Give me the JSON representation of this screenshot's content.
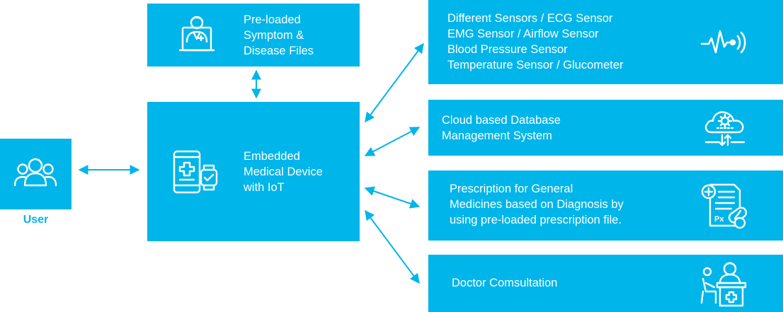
{
  "user": {
    "label": "User",
    "icon": "users-icon"
  },
  "symptom_files": {
    "lines": [
      "Pre-loaded",
      "Symptom &",
      "Disease Files"
    ],
    "icon": "doctor-screen-icon"
  },
  "device": {
    "lines": [
      "Embedded",
      "Medical Device",
      "with IoT"
    ],
    "icon": "phone-smartwatch-icon"
  },
  "sensors": {
    "lines": [
      "Different Sensors / ECG Sensor",
      "EMG Sensor / Airflow Sensor",
      "Blood Pressure Sensor",
      "Temperature Sensor / Glucometer"
    ],
    "icon": "pulse-signal-icon"
  },
  "cloud": {
    "lines": [
      "Cloud based Database",
      "Management System"
    ],
    "icon": "cloud-gear-icon"
  },
  "prescription": {
    "lines": [
      "Prescription for General",
      "Medicines based on Diagnosis by",
      "using pre-loaded prescription file."
    ],
    "icon": "prescription-icon"
  },
  "doctor": {
    "lines": [
      "Doctor Comsultation"
    ],
    "icon": "doctor-desk-icon"
  },
  "colors": {
    "accent": "#00b5e9",
    "text": "#ffffff"
  }
}
